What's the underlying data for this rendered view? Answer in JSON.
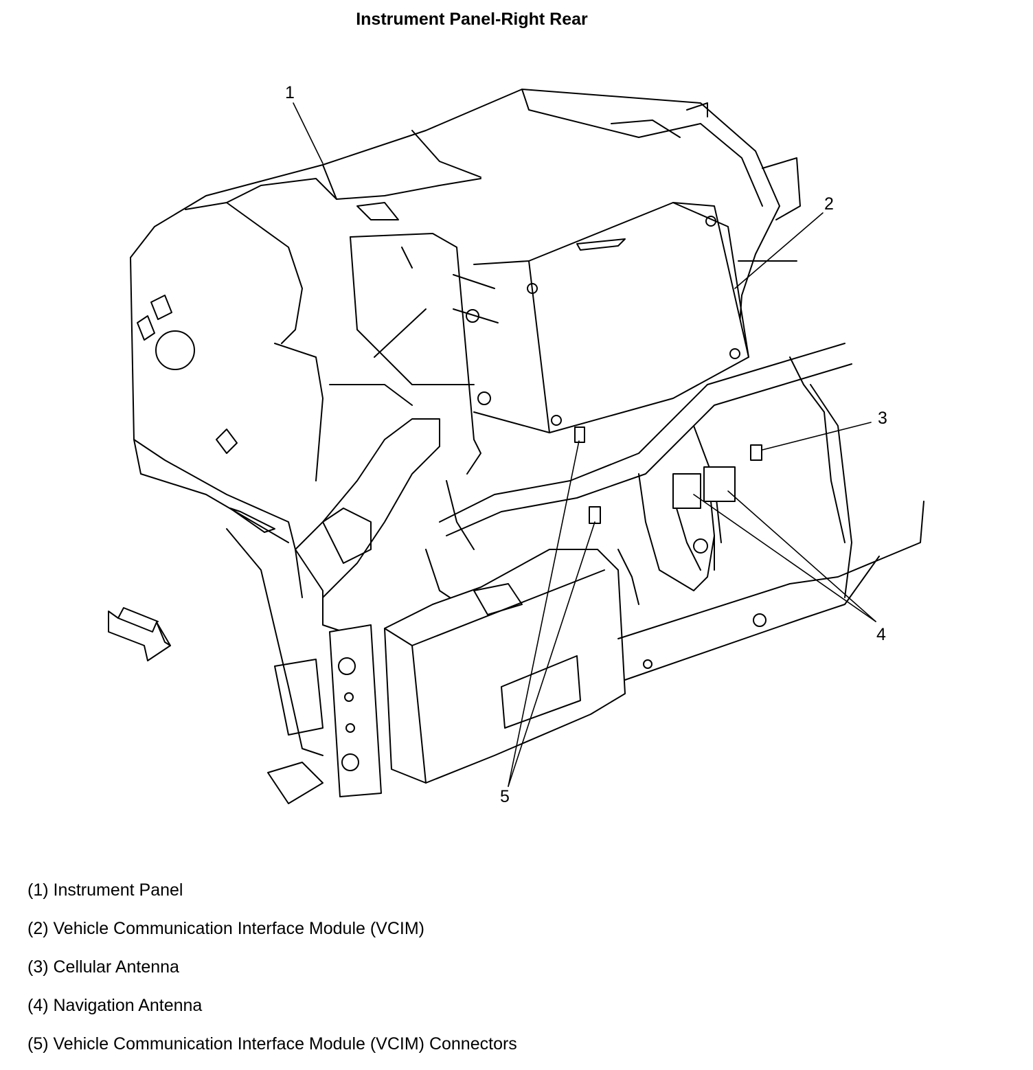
{
  "title": "Instrument Panel-Right Rear",
  "callouts": [
    "1",
    "2",
    "3",
    "4",
    "5"
  ],
  "legend": [
    "(1) Instrument Panel",
    "(2) Vehicle Communication Interface Module (VCIM)",
    "(3) Cellular Antenna",
    "(4) Navigation Antenna",
    "(5) Vehicle Communication Interface Module (VCIM) Connectors"
  ],
  "icons": {
    "direction": "forward-arrow-icon"
  },
  "colors": {
    "ink": "#000000",
    "paper": "#ffffff"
  }
}
